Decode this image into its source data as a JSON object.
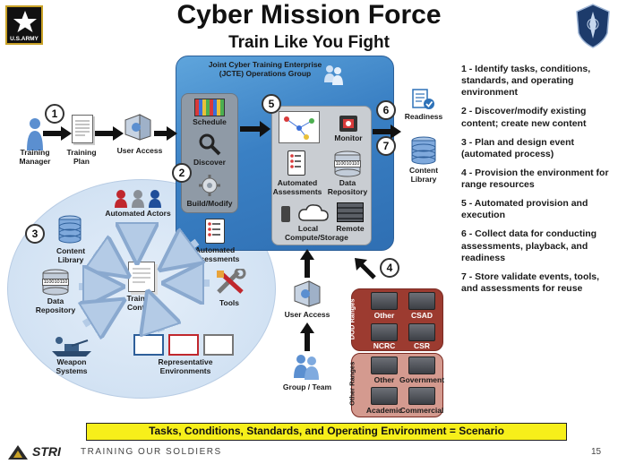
{
  "header": {
    "title": "Cyber Mission Force",
    "subtitle": "Train Like You Fight",
    "logo_left_text": "U.S.ARMY"
  },
  "jcte": {
    "title": "Joint Cyber Training Enterprise (JCTE) Operations Group",
    "schedule": "Schedule",
    "discover": "Discover",
    "build": "Build/Modify",
    "monitor": "Monitor",
    "automated_assessments": "Automated Assessments",
    "data_repository": "Data Repository",
    "local_compute": "Local Compute/Storage",
    "remote": "Remote",
    "repo_tag": "110010110"
  },
  "flow": {
    "training_manager": "Training Manager",
    "training_plan": "Training Plan",
    "user_access": "User Access",
    "readiness": "Readiness",
    "content_library": "Content Library",
    "user_access_bottom": "User Access",
    "group_team": "Group / Team"
  },
  "circle": {
    "automated_actors": "Automated Actors",
    "automated_assessments": "Automated Assessments",
    "content_library": "Content Library",
    "data_repository": "Data Repository",
    "training_content": "Training Content",
    "tools": "Tools",
    "weapon_systems": "Weapon Systems",
    "representative_environments": "Representative Environments",
    "repo_tag": "110010110"
  },
  "ranges": {
    "dod_label": "DOD Ranges",
    "other_label": "Other Ranges",
    "dod": [
      "Other",
      "CSAD",
      "NCRC",
      "CSR"
    ],
    "other": [
      "Other",
      "Government",
      "Academic",
      "Commercial"
    ]
  },
  "numbers": [
    "1",
    "2",
    "3",
    "4",
    "5",
    "6",
    "7"
  ],
  "steps": [
    "1 - Identify tasks, conditions, standards, and operating environment",
    "2 - Discover/modify existing content; create new content",
    "3 - Plan and design event (automated process)",
    "4 - Provision the environment for range resources",
    "5 - Automated  provision and execution",
    "6 - Collect data for conducting assessments, playback, and readiness",
    "7 - Store validate events, tools, and assessments for reuse"
  ],
  "banner": "Tasks, Conditions, Standards, and Operating Environment = Scenario",
  "footer": {
    "org": "STRI",
    "tagline": "TRAINING OUR SOLDIERS",
    "page": "15"
  }
}
